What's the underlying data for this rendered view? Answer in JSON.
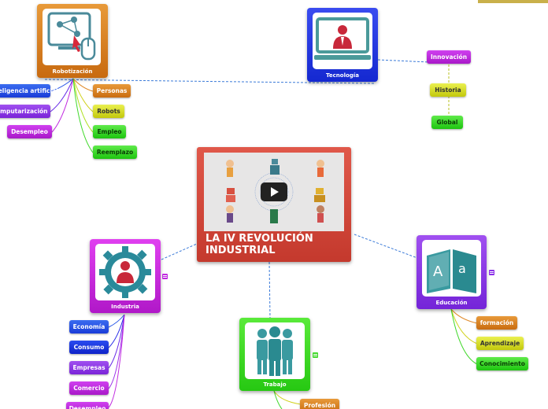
{
  "main_topic": {
    "title": "LA IV REVOLUCIÓN INDUSTRIAL"
  },
  "topics": {
    "robotizacion": {
      "label": "Robotización"
    },
    "tecnologia": {
      "label": "Tecnología"
    },
    "industria": {
      "label": "Industria"
    },
    "trabajo": {
      "label": "Trabajo"
    },
    "educacion": {
      "label": "Educación"
    }
  },
  "robotizacion_left": [
    "Inteligencia artificial",
    "Computarización",
    "Desempleo"
  ],
  "robotizacion_right": [
    "Personas",
    "Robots",
    "Empleo",
    "Reemplazo"
  ],
  "tecnologia_items": [
    "Innovación",
    "Historia",
    "Global"
  ],
  "industria_items": [
    "Economía",
    "Consumo",
    "Empresas",
    "Comercio",
    "Desempleo"
  ],
  "trabajo_items": [
    "Profesión"
  ],
  "educacion_items": [
    "formación",
    "Aprendizaje",
    "Conocimiento"
  ],
  "colors": {
    "main": "#d44a3c",
    "orange": "#e08a2a",
    "blue": "#3a3cf0",
    "purple": "#8a2ee8",
    "green": "#3ed82a"
  },
  "icons": [
    "robot-arm-icon",
    "presenter-icon",
    "gear-worker-icon",
    "team-icon",
    "book-icon",
    "play-icon",
    "note-icon"
  ]
}
